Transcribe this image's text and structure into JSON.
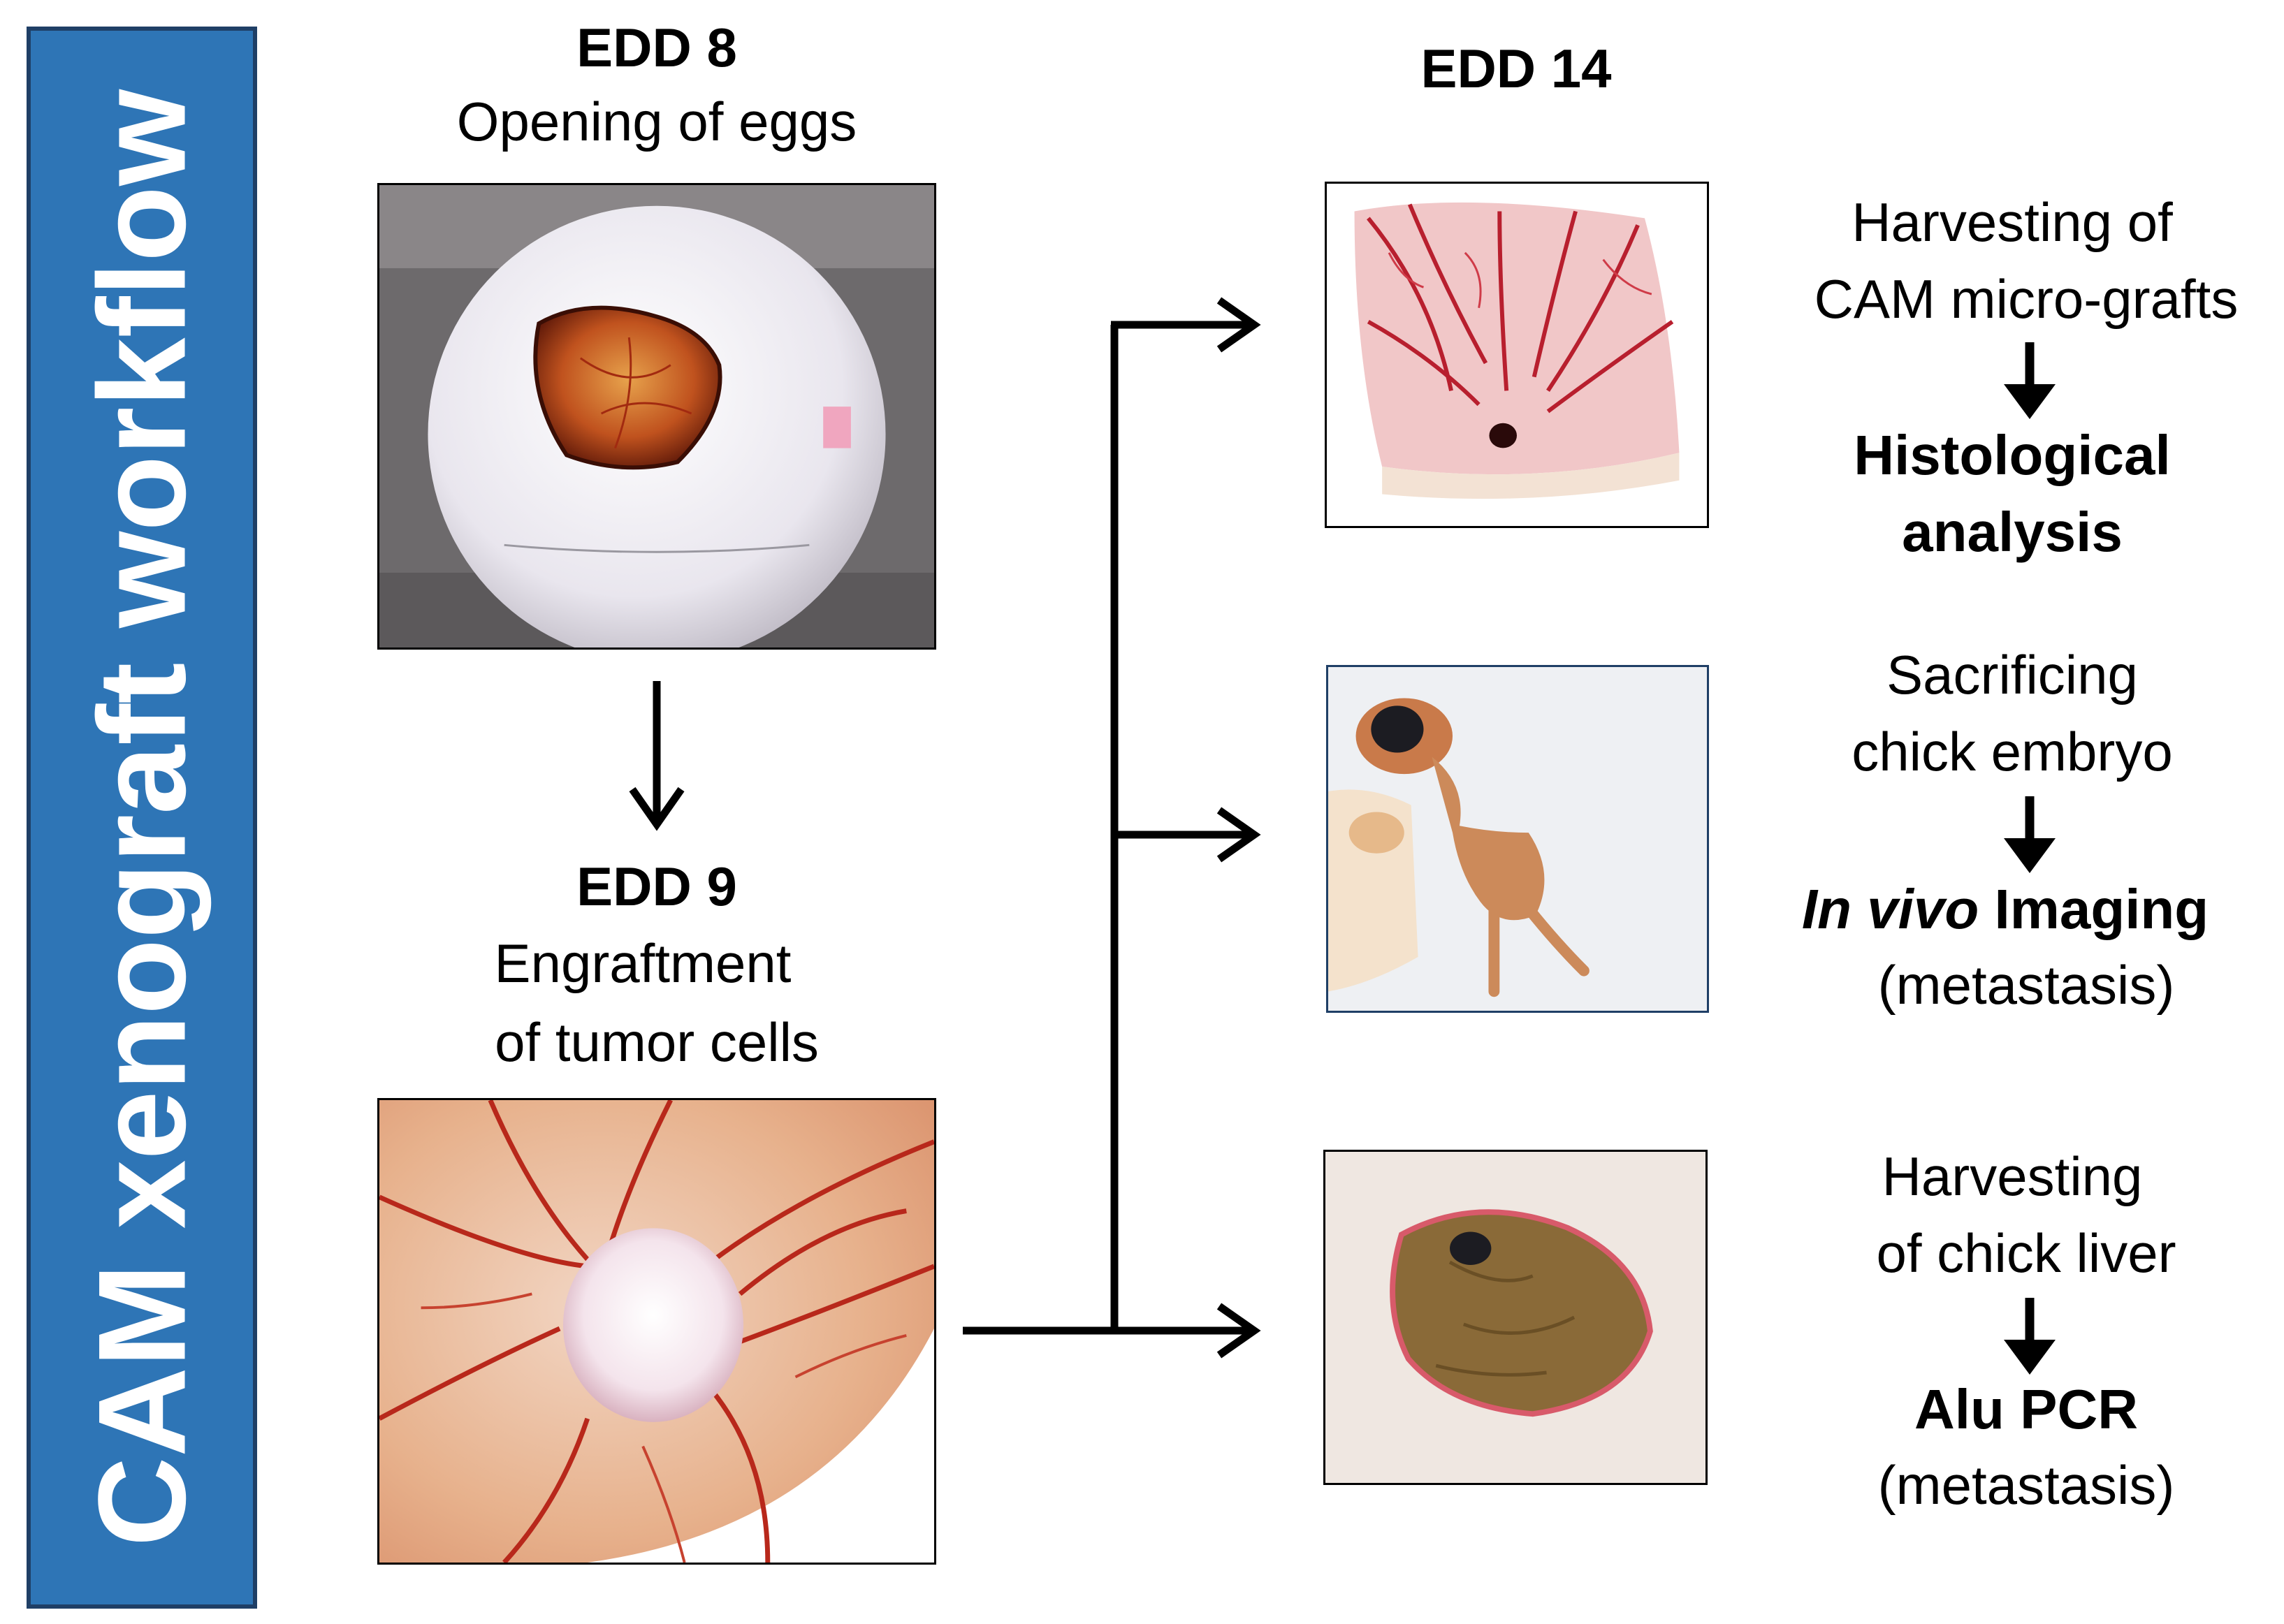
{
  "banner": {
    "title": "CAM xenograft workflow",
    "color": "#2e75b6",
    "border": "#1f3f66"
  },
  "step1": {
    "day": "EDD 8",
    "desc": "Opening of eggs"
  },
  "step2": {
    "day": "EDD 9",
    "desc_line1": "Engraftment",
    "desc_line2": "of tumor cells"
  },
  "step3": {
    "day": "EDD 14"
  },
  "outcomes": [
    {
      "line1": "Harvesting of",
      "line2": "CAM micro-grafts",
      "result1": "Histological",
      "result2": "analysis"
    },
    {
      "line1": "Sacrificing",
      "line2": "chick embryo",
      "result_italic": "In vivo",
      "result_rest": " Imaging",
      "result_note": "(metastasis)"
    },
    {
      "line1": "Harvesting",
      "line2": "of chick liver",
      "result1": "Alu PCR",
      "result_note": "(metastasis)"
    }
  ],
  "icons": {
    "egg_photo": "opened-egg-photo",
    "graft_photo": "tumor-graft-photo",
    "cam_photo": "cam-micrograft-photo",
    "embryo_photo": "chick-embryo-photo",
    "liver_photo": "chick-liver-photo",
    "arrow": "arrow-icon"
  }
}
